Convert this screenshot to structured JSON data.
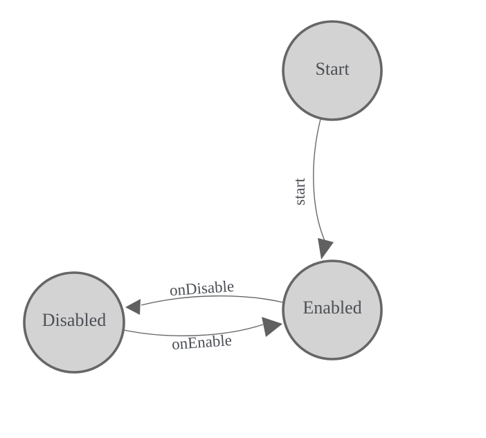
{
  "diagram": {
    "type": "state-machine",
    "nodes": [
      {
        "id": "start",
        "label": "Start"
      },
      {
        "id": "enabled",
        "label": "Enabled"
      },
      {
        "id": "disabled",
        "label": "Disabled"
      }
    ],
    "edges": [
      {
        "from": "Start",
        "to": "Enabled",
        "label": "start"
      },
      {
        "from": "Enabled",
        "to": "Disabled",
        "label": "onDisable"
      },
      {
        "from": "Disabled",
        "to": "Enabled",
        "label": "onEnable"
      }
    ],
    "colors": {
      "background": "#ffffff",
      "node_fill": "#d3d3d3",
      "node_stroke": "#666666",
      "edge_stroke": "#666666",
      "arrow_fill": "#606060",
      "text": "#4c4f55"
    }
  }
}
